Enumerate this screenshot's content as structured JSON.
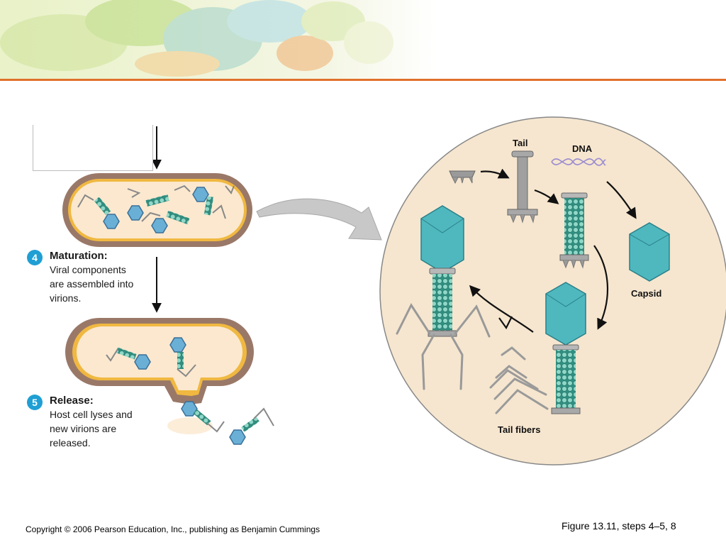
{
  "steps": [
    {
      "number": "4",
      "title": "Maturation:",
      "lines": [
        "Viral components",
        "are assembled into",
        "virions."
      ]
    },
    {
      "number": "5",
      "title": "Release:",
      "lines": [
        "Host cell lyses and",
        "new virions are",
        "released."
      ]
    }
  ],
  "circle_labels": {
    "tail": "Tail",
    "dna": "DNA",
    "capsid": "Capsid",
    "tail_fibers": "Tail fibers"
  },
  "footer": {
    "copyright": "Copyright © 2006 Pearson Education, Inc., publishing as Benjamin Cummings",
    "figure_caption": "Figure 13.11, steps 4–5, 8"
  },
  "colors": {
    "accent_rule": "#e0702a",
    "step_badge": "#1f9fd4",
    "cell_wall": "#9a7868",
    "cell_membrane": "#f0b840",
    "cytoplasm": "#fbe8cf",
    "capsid": "#4fb8bf",
    "circle_fill": "#f6e6cf"
  }
}
